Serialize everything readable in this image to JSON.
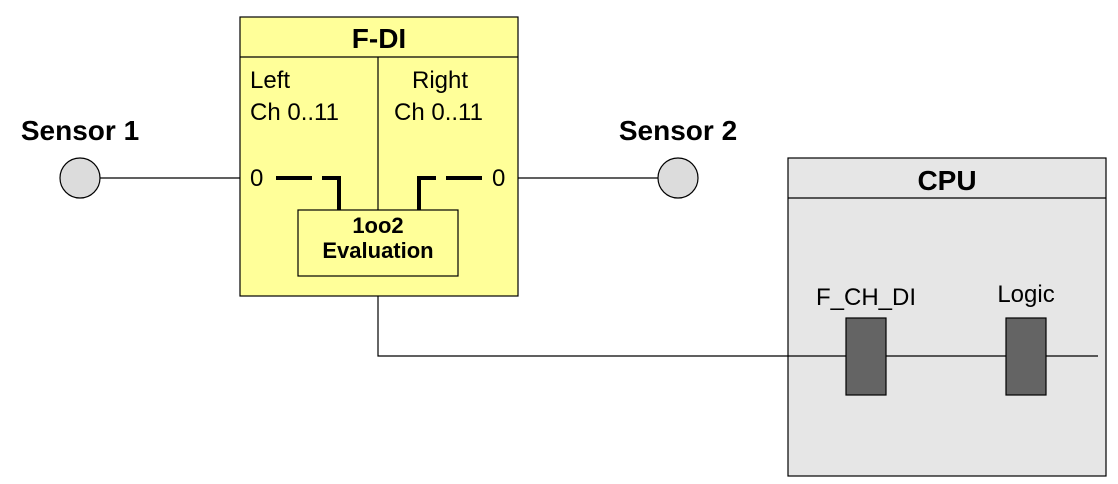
{
  "sensor1": {
    "label": "Sensor 1"
  },
  "sensor2": {
    "label": "Sensor 2"
  },
  "fdi": {
    "title": "F-DI",
    "left": {
      "name": "Left",
      "channels": "Ch 0..11",
      "terminal": "0"
    },
    "right": {
      "name": "Right",
      "channels": "Ch 0..11",
      "terminal": "0"
    },
    "evaluation": {
      "line1": "1oo2",
      "line2": "Evaluation"
    }
  },
  "cpu": {
    "title": "CPU",
    "blocks": [
      {
        "label": "F_CH_DI"
      },
      {
        "label": "Logic"
      }
    ]
  },
  "colors": {
    "module_fill": "#ffff99",
    "cpu_fill": "#e6e6e6",
    "block_fill": "#646464",
    "sensor_fill": "#dcdcdc"
  }
}
